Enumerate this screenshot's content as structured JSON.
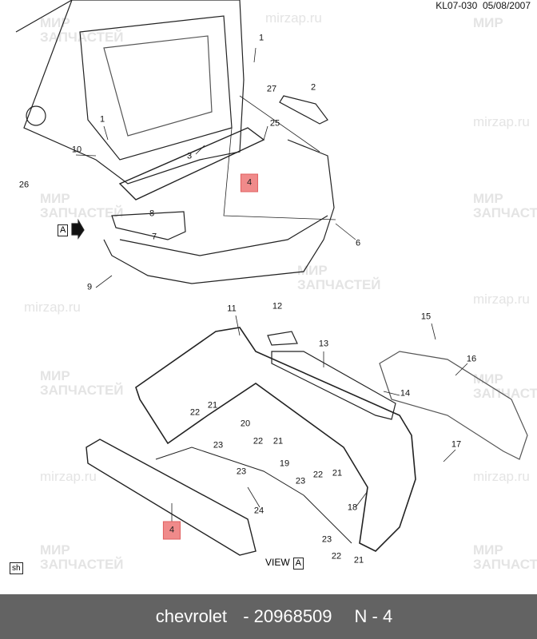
{
  "header": {
    "code": "KL07-030",
    "date": "05/08/2007"
  },
  "watermark": {
    "line1": "МИР",
    "line2": "ЗАПЧАСТЕЙ",
    "site": "mirzap.ru"
  },
  "callouts": [
    "1",
    "27",
    "2",
    "1",
    "25",
    "10",
    "3",
    "4",
    "26",
    "8",
    "7",
    "6",
    "9",
    "11",
    "12",
    "13",
    "15",
    "16",
    "14",
    "21",
    "22",
    "20",
    "23",
    "22",
    "21",
    "19",
    "17",
    "23",
    "23",
    "22",
    "21",
    "24",
    "18",
    "4",
    "23",
    "22",
    "21"
  ],
  "view_marker": "A",
  "view_label": "VIEW",
  "view_box": "A",
  "sheet_marker": "sh",
  "footer": {
    "brand": "chevrolet",
    "separator": "-",
    "part_number": "20968509",
    "position": "N - 4"
  },
  "colors": {
    "highlight": "#f08a8a",
    "footer_bg": "#636363"
  }
}
